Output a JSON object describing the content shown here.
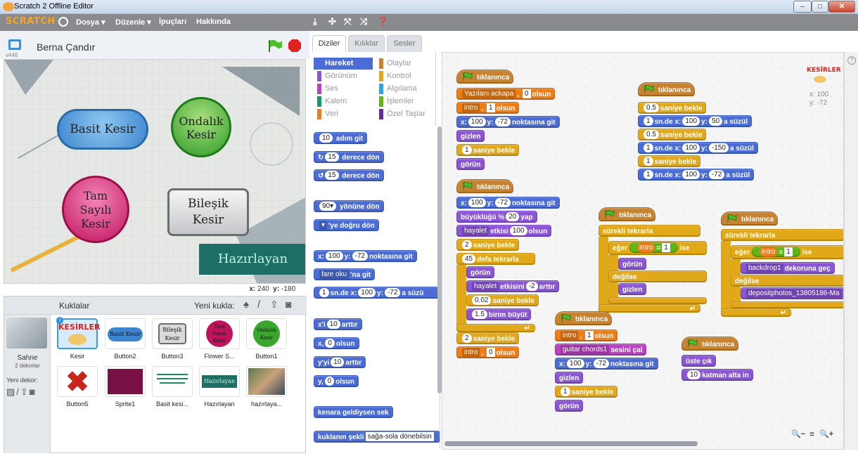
{
  "window": {
    "title": "Scratch 2 Offline Editor",
    "min": "–",
    "max": "□",
    "close": "✕"
  },
  "menu": {
    "logo": "SCRATCH",
    "items": [
      "Dosya ▾",
      "Düzenle ▾",
      "İpuçları",
      "Hakkında"
    ]
  },
  "stage": {
    "version": "v446",
    "project_name": "Berna Çandır",
    "coords_x_label": "x:",
    "coords_x": "240",
    "coords_y_label": "y:",
    "coords_y": "-180",
    "buttons": {
      "basit": "Basit Kesir",
      "ondalik_1": "Ondalık",
      "ondalik_2": "Kesir",
      "tam_1": "Tam",
      "tam_2": "Sayılı",
      "tam_3": "Kesir",
      "bilesik_1": "Bileşik",
      "bilesik_2": "Kesir",
      "hazirlayan": "Hazırlayan"
    }
  },
  "sprites_panel": {
    "title": "Kuklalar",
    "new_sprite": "Yeni kukla:",
    "stage_label": "Sahne",
    "stage_sub": "2 dekorlar",
    "new_backdrop": "Yeni dekor:",
    "items": [
      "Kesir",
      "Button2",
      "Button3",
      "Flower S...",
      "Button1",
      "Button5",
      "Sprite1",
      "Basit kesi...",
      "Hazırlayan",
      "hazırlaya..."
    ],
    "thumb_texts": {
      "kesir_logo": "KESİRLER",
      "btn2": "Basit Kesir",
      "btn3_1": "Bileşik",
      "btn3_2": "Kesir",
      "flower_1": "Tam",
      "flower_2": "Sayılı",
      "flower_3": "Kesir",
      "btn1_1": "Ondalık",
      "btn1_2": "Kesir",
      "hazirlayan": "Hazırlayan"
    }
  },
  "tabs": [
    "Diziler",
    "Kılıklar",
    "Sesler"
  ],
  "categories": [
    {
      "label": "Hareket",
      "color": "#4a6cd4"
    },
    {
      "label": "Olaylar",
      "color": "#c88330"
    },
    {
      "label": "Görünüm",
      "color": "#8a55d7"
    },
    {
      "label": "Kontrol",
      "color": "#e1a91a"
    },
    {
      "label": "Ses",
      "color": "#bb42c3"
    },
    {
      "label": "Algılama",
      "color": "#2ca5e2"
    },
    {
      "label": "Kalem",
      "color": "#0e9a6c"
    },
    {
      "label": "İşlemler",
      "color": "#5cb712"
    },
    {
      "label": "Veri",
      "color": "#ee7d16"
    },
    {
      "label": "Özel Taşlar",
      "color": "#632d99"
    }
  ],
  "palette": {
    "move": {
      "n": "10",
      "t": "adım git"
    },
    "turn_right": {
      "n": "15",
      "t": "derece dön"
    },
    "turn_left": {
      "n": "15",
      "t": "derece dön"
    },
    "point_dir": {
      "n": "90▾",
      "t": "yönüne dön"
    },
    "point_towards": {
      "t": "'ye doğru dön"
    },
    "goto_xy": {
      "x": "x:",
      "xv": "100",
      "y": "y:",
      "yv": "-72",
      "t": "noktasına git"
    },
    "goto": {
      "d": "fare oku",
      "t": "'na git"
    },
    "glide": {
      "n": "1",
      "t1": "sn.de x:",
      "xv": "100",
      "y": "y:",
      "yv": "-72",
      "t2": "a süzü"
    },
    "change_x": {
      "t": "x'i",
      "n": "10",
      "t2": "arttır"
    },
    "set_x": {
      "t": "x,",
      "n": "0",
      "t2": "olsun"
    },
    "change_y": {
      "t": "y'yi",
      "n": "10",
      "t2": "arttır"
    },
    "set_y": {
      "t": "y,",
      "n": "0",
      "t2": "olsun"
    },
    "bounce": {
      "t": "kenara geldiysen sek"
    },
    "rotation": {
      "t": "kuklanın şekli",
      "d": "sağa-sola dönebilsin"
    }
  },
  "scripts": {
    "hat": "tıklanınca",
    "s1": {
      "a_d": "Yazılanı ackapa",
      "a_t": ", ",
      "a_n": "0",
      "a_t2": "olsun",
      "b_d": "intro",
      "b_t": ", ",
      "b_n": "1",
      "b_t2": "olsun",
      "c_x": "x:",
      "c_xv": "100",
      "c_y": "y:",
      "c_yv": "-72",
      "c_t": "noktasına git",
      "d": "gizlen",
      "e_n": "1",
      "e_t": "saniye bekle",
      "f": "görün"
    },
    "s2": {
      "a_x": "x:",
      "a_xv": "100",
      "a_y": "y:",
      "a_yv": "-72",
      "a_t": "noktasına git",
      "b_t": "büyüklüğü %",
      "b_n": "20",
      "b_t2": "yap",
      "c_d": "hayalet",
      "c_t": "etkisi",
      "c_n": "100",
      "c_t2": "olsun",
      "d_n": "2",
      "d_t": "saniye bekle",
      "e_n": "45",
      "e_t": "defa tekrarla",
      "f": "görün",
      "g_d": "hayalet",
      "g_t": "etkisini",
      "g_n": "-2",
      "g_t2": "arttır",
      "h_n": "0.02",
      "h_t": "saniye bekle",
      "i_n": "1.5",
      "i_t": "birim büyüt",
      "j_n": "2",
      "j_t": "saniye bekle",
      "k_d": "intro",
      "k_t": ", ",
      "k_n": "0",
      "k_t2": "olsun"
    },
    "s3": {
      "a_n": "0.5",
      "a_t": "saniye bekle",
      "b_n": "1",
      "b_t": "sn.de x:",
      "b_xv": "100",
      "b_y": "y:",
      "b_yv": "50",
      "b_t2": "a süzül",
      "c_n": "0.5",
      "c_t": "saniye bekle",
      "d_n": "1",
      "d_t": "sn.de x:",
      "d_xv": "100",
      "d_y": "y:",
      "d_yv": "-150",
      "d_t2": "a süzül",
      "e_n": "1",
      "e_t": "saniye bekle",
      "f_n": "1",
      "f_t": "sn.de x:",
      "f_xv": "100",
      "f_y": "y:",
      "f_yv": "-72",
      "f_t2": "a süzül"
    },
    "s4": {
      "forever": "sürekli tekrarla",
      "if": "eğer",
      "var": "intro",
      "eq": "=",
      "val": "1",
      "then": "ise",
      "show": "görün",
      "else": "değilse",
      "hide": "gizlen"
    },
    "s5": {
      "forever": "sürekli tekrarla",
      "if": "eğer",
      "var": "intro",
      "eq": "=",
      "val": "1",
      "then": "ise",
      "bd1": "backdrop1",
      "bd1_t": "dekoruna geç",
      "else": "değilse",
      "bd2": "depositphotos_13805186-Ma"
    },
    "s6": {
      "a_d": "intro",
      "a_t": ", ",
      "a_n": "1",
      "a_t2": "olsun",
      "b_d": "guitar chords1",
      "b_t": "sesini çal",
      "c_x": "x:",
      "c_xv": "100",
      "c_y": "y:",
      "c_yv": "-72",
      "c_t": "noktasına git",
      "d": "gizlen",
      "e_n": "1",
      "e_t": "saniye bekle",
      "f": "görün"
    },
    "s7": {
      "a": "üste çık",
      "b_n": "10",
      "b_t": "katman alta in"
    },
    "sprite_info": {
      "logo": "KESİRLER",
      "x": "x: 100",
      "y": "y: -72"
    }
  },
  "zoom": {
    "out": "🔍−",
    "reset": "=",
    "in": "🔍+"
  },
  "colors": {
    "accent": "#4a6cd4",
    "menubar": "#888a8e"
  }
}
